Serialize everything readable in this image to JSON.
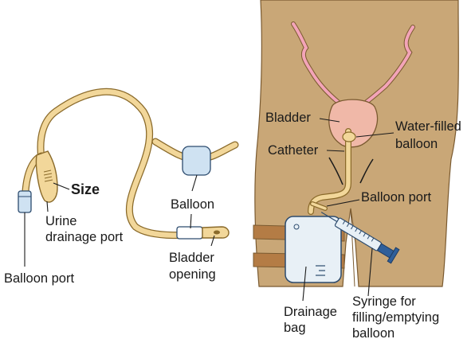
{
  "labels": {
    "size": "Size",
    "urine_port_line1": "Urine",
    "urine_port_line2": "drainage port",
    "balloon_port_left": "Balloon port",
    "balloon_detail": "Balloon",
    "bladder_opening_line1": "Bladder",
    "bladder_opening_line2": "opening",
    "bladder": "Bladder",
    "catheter": "Catheter",
    "water_balloon_line1": "Water-filled",
    "water_balloon_line2": "balloon",
    "balloon_port_right": "Balloon port",
    "drainage_bag_line1": "Drainage",
    "drainage_bag_line2": "bag",
    "syringe_line1": "Syringe for",
    "syringe_line2": "filling/emptying",
    "syringe_line3": "balloon"
  },
  "colors": {
    "skin": "#c9a777",
    "skin_outline": "#7a5a30",
    "catheter": "#f2d79a",
    "catheter_outline": "#8a6a2a",
    "bladder": "#f0b8a8",
    "ureter": "#f3a4b8",
    "balloon_blue": "#cfe2f2",
    "bag": "#e8f0f6",
    "strap": "#b47c45",
    "syringe_plunger": "#2f5f9a"
  }
}
